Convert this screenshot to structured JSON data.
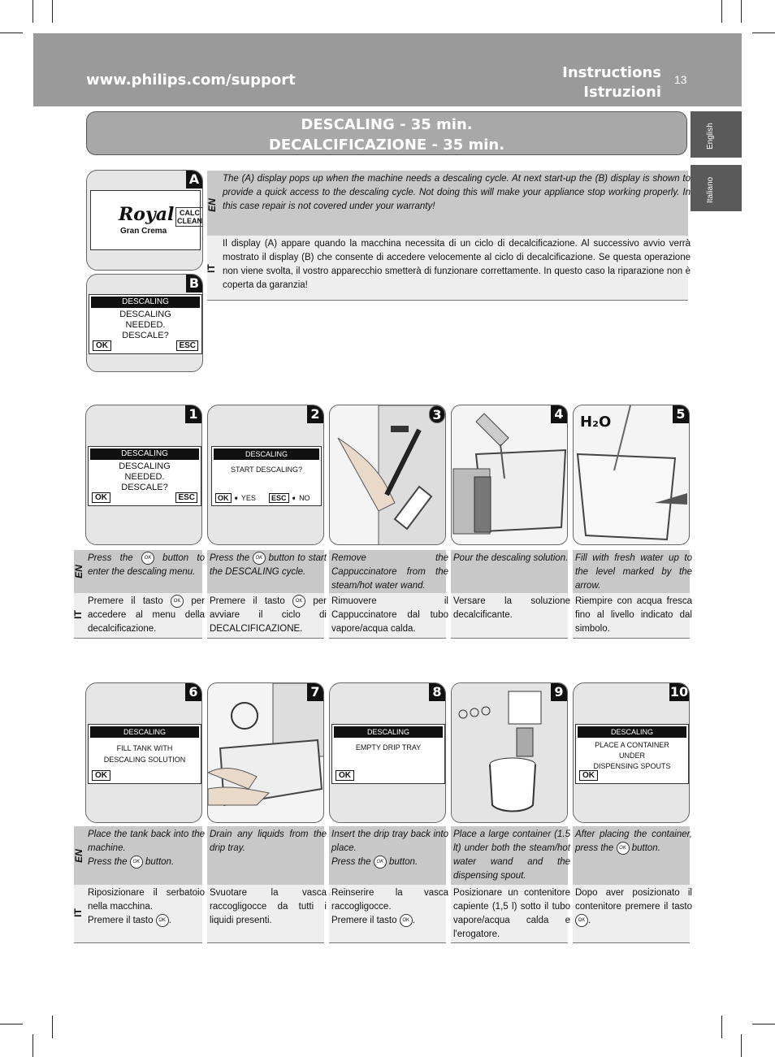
{
  "header": {
    "url": "www.philips.com/support",
    "title_en": "Instructions",
    "title_it": "Istruzioni",
    "page_number": "13"
  },
  "side_tabs": {
    "english": "English",
    "italiano": "Italiano"
  },
  "banner": {
    "line1": "DESCALING - 35 min.",
    "line2": "DECALCIFICAZIONE - 35 min."
  },
  "displays": {
    "a": {
      "label": "A",
      "brand": "Royal",
      "model": "Gran Crema",
      "calc1": "CALC",
      "calc2": "CLEAN"
    },
    "b": {
      "label": "B",
      "title": "DESCALING",
      "l1": "DESCALING",
      "l2": "NEEDED.",
      "l3": "DESCALE?",
      "ok": "OK",
      "esc": "ESC"
    }
  },
  "intro": {
    "en_tag": "EN",
    "en_text": "The (A) display pops up when the machine needs a descaling cycle. At next start-up the (B) display is shown to provide a quick access to the descaling cycle. Not doing this will make your appliance stop working properly. In this case repair is not covered under your warranty!",
    "it_tag": "IT",
    "it_text": "Il display (A) appare quando la macchina necessita di un ciclo di decalcificazione. Al successivo avvio verrà mostrato il display (B) che consente di accedere velocemente al ciclo di decalcificazione. Se questa operazione non viene svolta, il vostro apparecchio smetterà di funzionare correttamente. In questo caso la riparazione non è coperta da garanzia!"
  },
  "steps": {
    "s1": {
      "n": "1",
      "title": "DESCALING",
      "l1": "DESCALING",
      "l2": "NEEDED.",
      "l3": "DESCALE?",
      "ok": "OK",
      "esc": "ESC",
      "en_a": "Press the",
      "en_b": "button to enter the descaling menu.",
      "it_a": "Premere il tasto",
      "it_b": "per accedere al menu della decalcificazione."
    },
    "s2": {
      "n": "2",
      "title": "DESCALING",
      "l1": "START DESCALING?",
      "ok": "OK",
      "yes": "YES",
      "esc": "ESC",
      "no": "NO",
      "en_a": "Press the",
      "en_b": "button to start the DESCALING cycle.",
      "it_a": "Premere il tasto",
      "it_b": "per avviare il ciclo di DECALCIFICAZIONE."
    },
    "s3": {
      "n": "3",
      "en": "Remove the Cappuccinatore from the steam/hot water wand.",
      "it": "Rimuovere il Cappuccinatore dal tubo vapore/acqua calda."
    },
    "s4": {
      "n": "4",
      "en": "Pour the descaling solution.",
      "it": "Versare la soluzione decalcificante."
    },
    "s5": {
      "n": "5",
      "h2o": "H₂O",
      "en": "Fill with fresh water up to the level marked by the arrow.",
      "it": "Riempire con acqua fresca fino al livello indicato dal simbolo."
    },
    "s6": {
      "n": "6",
      "title": "DESCALING",
      "l1": "FILL TANK WITH",
      "l2": "DESCALING SOLUTION",
      "ok": "OK",
      "en_a": "Place the tank back into the machine.",
      "en_b": "Press the",
      "en_c": "button.",
      "it_a": "Riposizionare il serbatoio nella macchina.",
      "it_b": "Premere il tasto",
      "it_c": "."
    },
    "s7": {
      "n": "7",
      "en": "Drain any liquids from the drip tray.",
      "it": "Svuotare la vasca raccogligocce da tutti i liquidi presenti."
    },
    "s8": {
      "n": "8",
      "title": "DESCALING",
      "l1": "EMPTY DRIP TRAY",
      "ok": "OK",
      "en_a": "Insert the drip tray back into place.",
      "en_b": "Press the",
      "en_c": "button.",
      "it_a": "Reinserire la vasca raccogligocce.",
      "it_b": "Premere il tasto",
      "it_c": "."
    },
    "s9": {
      "n": "9",
      "en": "Place a large container (1.5 lt) under both the steam/hot water wand and the dispensing spout.",
      "it": "Posizionare un contenitore capiente (1,5 l) sotto il tubo vapore/acqua calda e l'erogatore."
    },
    "s10": {
      "n": "10",
      "title": "DESCALING",
      "l1": "PLACE A CONTAINER",
      "l2": "UNDER",
      "l3": "DISPENSING SPOUTS",
      "ok": "OK",
      "en_a": "After placing the container, press the",
      "en_b": "button.",
      "it_a": "Dopo aver posizionato il contenitore premere il tasto",
      "it_b": "."
    }
  },
  "ok_icon": "OK"
}
